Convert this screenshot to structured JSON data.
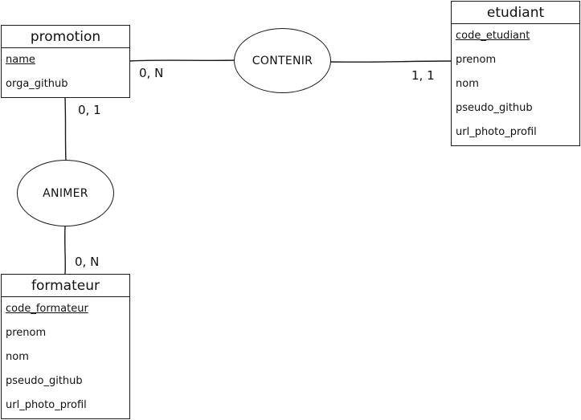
{
  "entities": {
    "promotion": {
      "name": "promotion",
      "attributes": [
        {
          "label": "name",
          "key": true
        },
        {
          "label": "orga_github",
          "key": false
        }
      ]
    },
    "etudiant": {
      "name": "etudiant",
      "attributes": [
        {
          "label": "code_etudiant",
          "key": true
        },
        {
          "label": "prenom",
          "key": false
        },
        {
          "label": "nom",
          "key": false
        },
        {
          "label": "pseudo_github",
          "key": false
        },
        {
          "label": "url_photo_profil",
          "key": false
        }
      ]
    },
    "formateur": {
      "name": "formateur",
      "attributes": [
        {
          "label": "code_formateur",
          "key": true
        },
        {
          "label": "prenom",
          "key": false
        },
        {
          "label": "nom",
          "key": false
        },
        {
          "label": "pseudo_github",
          "key": false
        },
        {
          "label": "url_photo_profil",
          "key": false
        }
      ]
    }
  },
  "associations": {
    "contenir": "CONTENIR",
    "animer": "ANIMER"
  },
  "cardinalities": {
    "promotion_contenir": "0, N",
    "etudiant_contenir": "1, 1",
    "promotion_animer": "0, 1",
    "formateur_animer": "0, N"
  },
  "colors": {
    "stroke": "#1a1a1a",
    "background": "#ffffff"
  }
}
